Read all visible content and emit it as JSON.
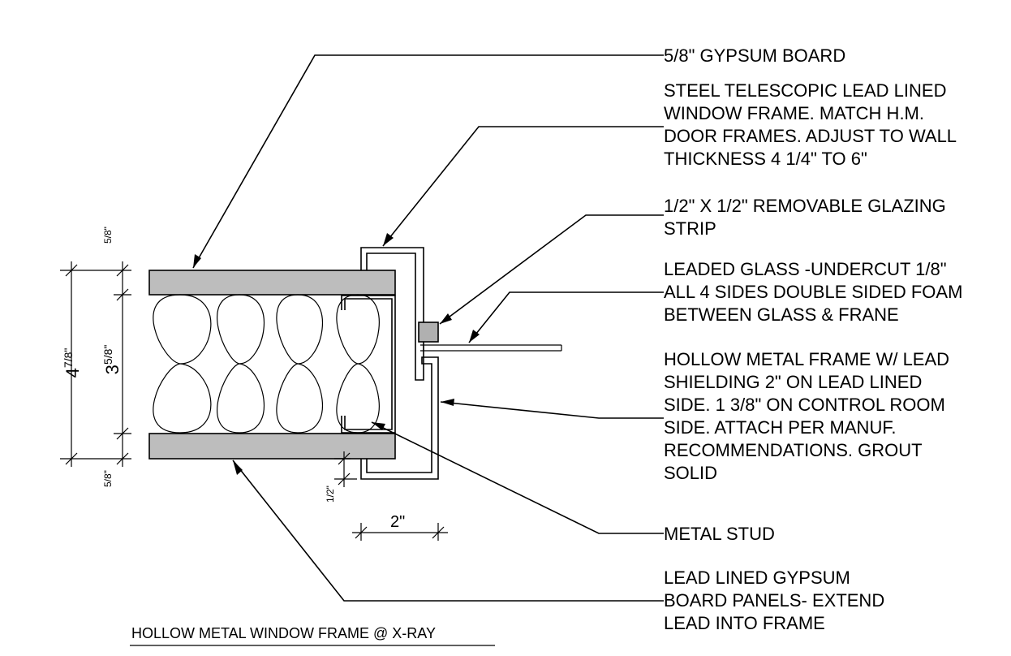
{
  "callouts": [
    {
      "id": "gypsum",
      "lines": [
        "5/8\" GYPSUM BOARD"
      ]
    },
    {
      "id": "telescopic",
      "lines": [
        "STEEL TELESCOPIC LEAD LINED",
        "WINDOW FRAME. MATCH H.M.",
        "DOOR FRAMES. ADJUST TO WALL",
        "THICKNESS 4 1/4\" TO 6\""
      ]
    },
    {
      "id": "glazing",
      "lines": [
        "1/2\" X 1/2\" REMOVABLE GLAZING",
        "STRIP"
      ]
    },
    {
      "id": "glass",
      "lines": [
        "LEADED GLASS -UNDERCUT 1/8\"",
        "ALL 4 SIDES DOUBLE SIDED FOAM",
        "BETWEEN GLASS & FRANE"
      ]
    },
    {
      "id": "hmframe",
      "lines": [
        "HOLLOW METAL FRAME W/ LEAD",
        "SHIELDING 2\" ON LEAD LINED",
        "SIDE. 1 3/8\" ON CONTROL ROOM",
        "SIDE. ATTACH PER MANUF.",
        "RECOMMENDATIONS. GROUT",
        "SOLID"
      ]
    },
    {
      "id": "stud",
      "lines": [
        "METAL STUD"
      ]
    },
    {
      "id": "leadlined",
      "lines": [
        "LEAD LINED GYPSUM",
        "BOARD PANELS- EXTEND",
        "LEAD INTO FRAME"
      ]
    }
  ],
  "dimensions": {
    "overall_whole": "4",
    "overall_frac": "7/8\"",
    "stud_whole": "3",
    "stud_frac": "5/8\"",
    "top_board": "5/8\"",
    "bottom_board": "5/8\"",
    "half_inch": "1/2\"",
    "two_inch": "2\""
  },
  "title": "HOLLOW METAL WINDOW FRAME @ X-RAY",
  "colors": {
    "gypsum_fill": "#bdbdbd",
    "glazing_fill": "#b0b0b0",
    "line": "#000000"
  }
}
